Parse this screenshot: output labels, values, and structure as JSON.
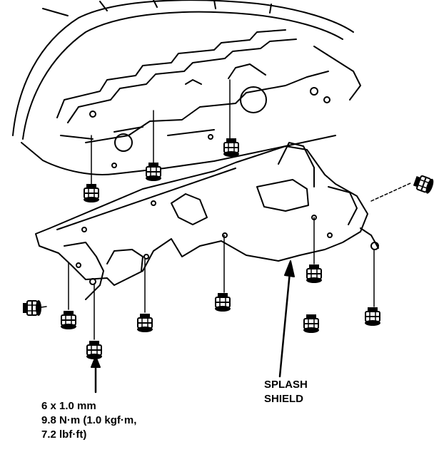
{
  "diagram": {
    "fastener_spec": {
      "size": "6 x 1.0 mm",
      "torque_line1": "9.8 N·m (1.0 kgf·m,",
      "torque_line2": "7.2 lbf·ft)"
    },
    "part_label": {
      "line1": "SPLASH",
      "line2": "SHIELD"
    }
  },
  "colors": {
    "ink": "#000000",
    "paper": "#ffffff"
  },
  "icons": [
    "bolt-icon",
    "arrow-up-icon"
  ]
}
